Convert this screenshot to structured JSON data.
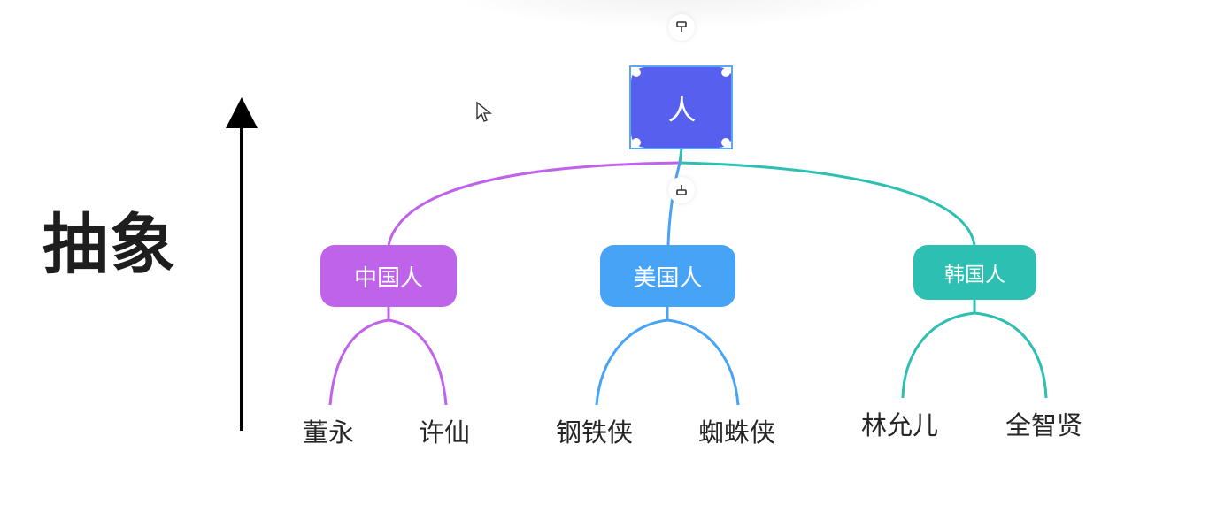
{
  "axis": {
    "label": "抽象"
  },
  "root": {
    "label": "人"
  },
  "categories": [
    {
      "label": "中国人",
      "color": "#bf63ea",
      "children": [
        "董永",
        "许仙"
      ]
    },
    {
      "label": "美国人",
      "color": "#47a3f5",
      "children": [
        "钢铁侠",
        "蜘蛛侠"
      ]
    },
    {
      "label": "韩国人",
      "color": "#2dbfb2",
      "children": [
        "林允儿",
        "全智贤"
      ]
    }
  ],
  "colors": {
    "root": "#565fee",
    "selection": "#5aa7f2",
    "arrow": "#000000",
    "text": "#262626"
  },
  "icons": [
    "insert-parent-icon",
    "insert-child-icon",
    "mouse-cursor-icon",
    "up-arrow-icon"
  ]
}
